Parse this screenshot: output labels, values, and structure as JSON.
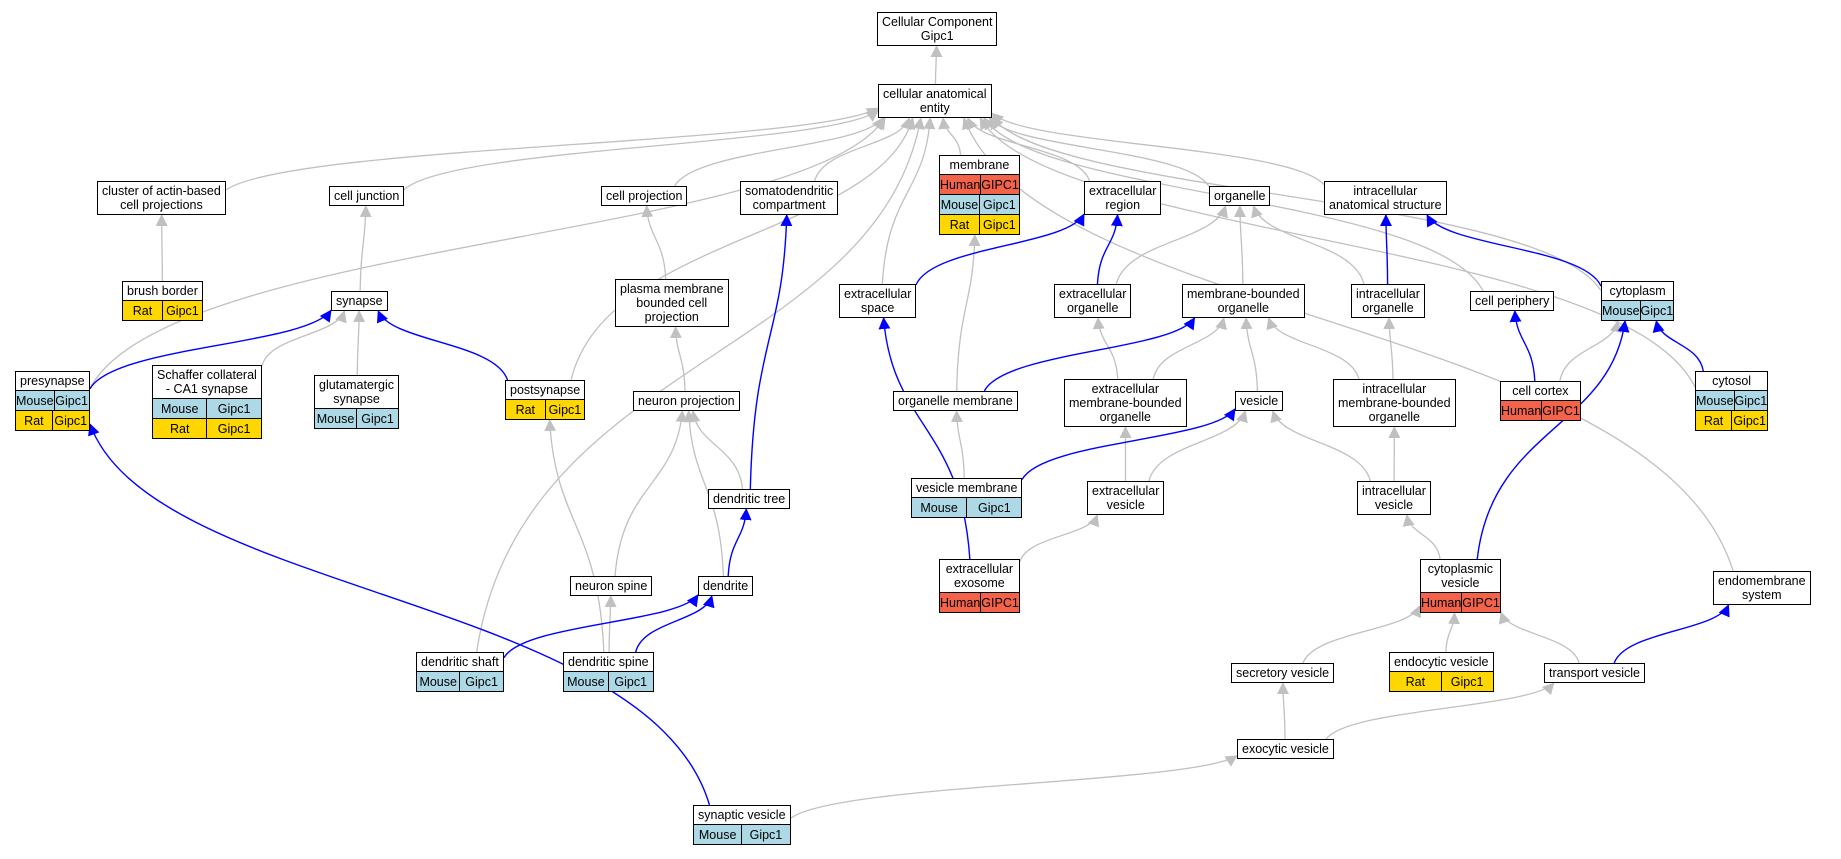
{
  "colors": {
    "gray_edge": "#c0c0c0",
    "blue_edge": "#0000ff",
    "human": "#f26349",
    "mouse": "#add8e6",
    "rat": "#ffd700"
  },
  "nodes": [
    {
      "id": "root",
      "lines": [
        "Cellular Component",
        "Gipc1"
      ],
      "ann": []
    },
    {
      "id": "cae",
      "lines": [
        "cellular anatomical",
        "entity"
      ],
      "ann": []
    },
    {
      "id": "cluster",
      "lines": [
        "cluster of actin-based",
        "cell projections"
      ],
      "ann": []
    },
    {
      "id": "celljunction",
      "lines": [
        "cell junction"
      ],
      "ann": []
    },
    {
      "id": "cellprojection",
      "lines": [
        "cell projection"
      ],
      "ann": []
    },
    {
      "id": "somato",
      "lines": [
        "somatodendritic",
        "compartment"
      ],
      "ann": []
    },
    {
      "id": "membrane",
      "lines": [
        "membrane"
      ],
      "ann": [
        {
          "sp": "Human",
          "gene": "GIPC1"
        },
        {
          "sp": "Mouse",
          "gene": "Gipc1"
        },
        {
          "sp": "Rat",
          "gene": "Gipc1"
        }
      ]
    },
    {
      "id": "extregion",
      "lines": [
        "extracellular",
        "region"
      ],
      "ann": []
    },
    {
      "id": "organelle",
      "lines": [
        "organelle"
      ],
      "ann": []
    },
    {
      "id": "intraanat",
      "lines": [
        "intracellular",
        "anatomical structure"
      ],
      "ann": []
    },
    {
      "id": "brushborder",
      "lines": [
        "brush border"
      ],
      "ann": [
        {
          "sp": "Rat",
          "gene": "Gipc1"
        }
      ]
    },
    {
      "id": "synapse",
      "lines": [
        "synapse"
      ],
      "ann": []
    },
    {
      "id": "pmbcp",
      "lines": [
        "plasma membrane",
        "bounded cell",
        "projection"
      ],
      "ann": []
    },
    {
      "id": "extspace",
      "lines": [
        "extracellular",
        "space"
      ],
      "ann": []
    },
    {
      "id": "extorganelle",
      "lines": [
        "extracellular",
        "organelle"
      ],
      "ann": []
    },
    {
      "id": "mbo",
      "lines": [
        "membrane-bounded",
        "organelle"
      ],
      "ann": []
    },
    {
      "id": "intraorganelle",
      "lines": [
        "intracellular",
        "organelle"
      ],
      "ann": []
    },
    {
      "id": "cellperiphery",
      "lines": [
        "cell periphery"
      ],
      "ann": []
    },
    {
      "id": "cytoplasm",
      "lines": [
        "cytoplasm"
      ],
      "ann": [
        {
          "sp": "Mouse",
          "gene": "Gipc1"
        }
      ]
    },
    {
      "id": "presynapse",
      "lines": [
        "presynapse"
      ],
      "ann": [
        {
          "sp": "Mouse",
          "gene": "Gipc1"
        },
        {
          "sp": "Rat",
          "gene": "Gipc1"
        }
      ]
    },
    {
      "id": "schaffer",
      "lines": [
        "Schaffer collateral",
        "- CA1 synapse"
      ],
      "ann": [
        {
          "sp": "Mouse",
          "gene": "Gipc1"
        },
        {
          "sp": "Rat",
          "gene": "Gipc1"
        }
      ]
    },
    {
      "id": "glutamatergic",
      "lines": [
        "glutamatergic",
        "synapse"
      ],
      "ann": [
        {
          "sp": "Mouse",
          "gene": "Gipc1"
        }
      ]
    },
    {
      "id": "postsynapse",
      "lines": [
        "postsynapse"
      ],
      "ann": [
        {
          "sp": "Rat",
          "gene": "Gipc1"
        }
      ]
    },
    {
      "id": "neuronproj",
      "lines": [
        "neuron projection"
      ],
      "ann": []
    },
    {
      "id": "orgmembrane",
      "lines": [
        "organelle membrane"
      ],
      "ann": []
    },
    {
      "id": "extmbo",
      "lines": [
        "extracellular",
        "membrane-bounded",
        "organelle"
      ],
      "ann": []
    },
    {
      "id": "vesicle",
      "lines": [
        "vesicle"
      ],
      "ann": []
    },
    {
      "id": "intrambo",
      "lines": [
        "intracellular",
        "membrane-bounded",
        "organelle"
      ],
      "ann": []
    },
    {
      "id": "cellcortex",
      "lines": [
        "cell cortex"
      ],
      "ann": [
        {
          "sp": "Human",
          "gene": "GIPC1"
        }
      ]
    },
    {
      "id": "cytosol",
      "lines": [
        "cytosol"
      ],
      "ann": [
        {
          "sp": "Mouse",
          "gene": "Gipc1"
        },
        {
          "sp": "Rat",
          "gene": "Gipc1"
        }
      ]
    },
    {
      "id": "dendritictree",
      "lines": [
        "dendritic tree"
      ],
      "ann": []
    },
    {
      "id": "vesiclemembrane",
      "lines": [
        "vesicle membrane"
      ],
      "ann": [
        {
          "sp": "Mouse",
          "gene": "Gipc1"
        }
      ]
    },
    {
      "id": "extvesicle",
      "lines": [
        "extracellular",
        "vesicle"
      ],
      "ann": []
    },
    {
      "id": "intravesicle",
      "lines": [
        "intracellular",
        "vesicle"
      ],
      "ann": []
    },
    {
      "id": "neuronspine",
      "lines": [
        "neuron spine"
      ],
      "ann": []
    },
    {
      "id": "dendrite",
      "lines": [
        "dendrite"
      ],
      "ann": []
    },
    {
      "id": "extexosome",
      "lines": [
        "extracellular",
        "exosome"
      ],
      "ann": [
        {
          "sp": "Human",
          "gene": "GIPC1"
        }
      ]
    },
    {
      "id": "cytovesicle",
      "lines": [
        "cytoplasmic",
        "vesicle"
      ],
      "ann": [
        {
          "sp": "Human",
          "gene": "GIPC1"
        }
      ]
    },
    {
      "id": "endomembrane",
      "lines": [
        "endomembrane",
        "system"
      ],
      "ann": []
    },
    {
      "id": "dendriticshaft",
      "lines": [
        "dendritic shaft"
      ],
      "ann": [
        {
          "sp": "Mouse",
          "gene": "Gipc1"
        }
      ]
    },
    {
      "id": "dendriticspine",
      "lines": [
        "dendritic spine"
      ],
      "ann": [
        {
          "sp": "Mouse",
          "gene": "Gipc1"
        }
      ]
    },
    {
      "id": "secretory",
      "lines": [
        "secretory vesicle"
      ],
      "ann": []
    },
    {
      "id": "endocytic",
      "lines": [
        "endocytic vesicle"
      ],
      "ann": [
        {
          "sp": "Rat",
          "gene": "Gipc1"
        }
      ]
    },
    {
      "id": "transport",
      "lines": [
        "transport vesicle"
      ],
      "ann": []
    },
    {
      "id": "exocytic",
      "lines": [
        "exocytic vesicle"
      ],
      "ann": []
    },
    {
      "id": "synvesicle",
      "lines": [
        "synaptic vesicle"
      ],
      "ann": [
        {
          "sp": "Mouse",
          "gene": "Gipc1"
        }
      ]
    }
  ],
  "edges": [
    {
      "from": "cae",
      "to": "root",
      "rel": "is_a"
    },
    {
      "from": "cluster",
      "to": "cae",
      "rel": "is_a"
    },
    {
      "from": "celljunction",
      "to": "cae",
      "rel": "is_a"
    },
    {
      "from": "cellprojection",
      "to": "cae",
      "rel": "is_a"
    },
    {
      "from": "somato",
      "to": "cae",
      "rel": "is_a"
    },
    {
      "from": "membrane",
      "to": "cae",
      "rel": "is_a"
    },
    {
      "from": "extregion",
      "to": "cae",
      "rel": "is_a"
    },
    {
      "from": "organelle",
      "to": "cae",
      "rel": "is_a"
    },
    {
      "from": "intraanat",
      "to": "cae",
      "rel": "is_a"
    },
    {
      "from": "extspace",
      "to": "cae",
      "rel": "is_a"
    },
    {
      "from": "cellperiphery",
      "to": "cae",
      "rel": "is_a"
    },
    {
      "from": "cytoplasm",
      "to": "cae",
      "rel": "is_a"
    },
    {
      "from": "cytosol",
      "to": "cae",
      "rel": "is_a"
    },
    {
      "from": "endomembrane",
      "to": "cae",
      "rel": "is_a"
    },
    {
      "from": "presynapse",
      "to": "cae",
      "rel": "is_a"
    },
    {
      "from": "postsynapse",
      "to": "cae",
      "rel": "is_a"
    },
    {
      "from": "dendriticshaft",
      "to": "cae",
      "rel": "is_a"
    },
    {
      "from": "brushborder",
      "to": "cluster",
      "rel": "is_a"
    },
    {
      "from": "synapse",
      "to": "celljunction",
      "rel": "is_a"
    },
    {
      "from": "pmbcp",
      "to": "cellprojection",
      "rel": "is_a"
    },
    {
      "from": "neuronproj",
      "to": "pmbcp",
      "rel": "is_a"
    },
    {
      "from": "dendritictree",
      "to": "neuronproj",
      "rel": "is_a"
    },
    {
      "from": "neuronspine",
      "to": "neuronproj",
      "rel": "is_a"
    },
    {
      "from": "dendrite",
      "to": "neuronproj",
      "rel": "is_a"
    },
    {
      "from": "dendriticspine",
      "to": "neuronspine",
      "rel": "is_a"
    },
    {
      "from": "dendriticspine",
      "to": "postsynapse",
      "rel": "is_a"
    },
    {
      "from": "schaffer",
      "to": "synapse",
      "rel": "is_a"
    },
    {
      "from": "glutamatergic",
      "to": "synapse",
      "rel": "is_a"
    },
    {
      "from": "orgmembrane",
      "to": "membrane",
      "rel": "is_a"
    },
    {
      "from": "vesiclemembrane",
      "to": "orgmembrane",
      "rel": "is_a"
    },
    {
      "from": "extorganelle",
      "to": "organelle",
      "rel": "is_a"
    },
    {
      "from": "mbo",
      "to": "organelle",
      "rel": "is_a"
    },
    {
      "from": "intraorganelle",
      "to": "organelle",
      "rel": "is_a"
    },
    {
      "from": "extmbo",
      "to": "extorganelle",
      "rel": "is_a"
    },
    {
      "from": "extmbo",
      "to": "mbo",
      "rel": "is_a"
    },
    {
      "from": "vesicle",
      "to": "mbo",
      "rel": "is_a"
    },
    {
      "from": "intrambo",
      "to": "mbo",
      "rel": "is_a"
    },
    {
      "from": "intrambo",
      "to": "intraorganelle",
      "rel": "is_a"
    },
    {
      "from": "cellcortex",
      "to": "cytoplasm",
      "rel": "is_a"
    },
    {
      "from": "extvesicle",
      "to": "extmbo",
      "rel": "is_a"
    },
    {
      "from": "extvesicle",
      "to": "vesicle",
      "rel": "is_a"
    },
    {
      "from": "intravesicle",
      "to": "vesicle",
      "rel": "is_a"
    },
    {
      "from": "intravesicle",
      "to": "intrambo",
      "rel": "is_a"
    },
    {
      "from": "extexosome",
      "to": "extvesicle",
      "rel": "is_a"
    },
    {
      "from": "cytovesicle",
      "to": "intravesicle",
      "rel": "is_a"
    },
    {
      "from": "secretory",
      "to": "cytovesicle",
      "rel": "is_a"
    },
    {
      "from": "endocytic",
      "to": "cytovesicle",
      "rel": "is_a"
    },
    {
      "from": "transport",
      "to": "cytovesicle",
      "rel": "is_a"
    },
    {
      "from": "exocytic",
      "to": "secretory",
      "rel": "is_a"
    },
    {
      "from": "exocytic",
      "to": "transport",
      "rel": "is_a"
    },
    {
      "from": "synvesicle",
      "to": "exocytic",
      "rel": "is_a"
    },
    {
      "from": "presynapse",
      "to": "synapse",
      "rel": "part_of"
    },
    {
      "from": "postsynapse",
      "to": "synapse",
      "rel": "part_of"
    },
    {
      "from": "extspace",
      "to": "extregion",
      "rel": "part_of"
    },
    {
      "from": "extorganelle",
      "to": "extregion",
      "rel": "part_of"
    },
    {
      "from": "intraorganelle",
      "to": "intraanat",
      "rel": "part_of"
    },
    {
      "from": "cytoplasm",
      "to": "intraanat",
      "rel": "part_of"
    },
    {
      "from": "orgmembrane",
      "to": "mbo",
      "rel": "part_of"
    },
    {
      "from": "vesiclemembrane",
      "to": "vesicle",
      "rel": "part_of"
    },
    {
      "from": "cellcortex",
      "to": "cellperiphery",
      "rel": "part_of"
    },
    {
      "from": "cytosol",
      "to": "cytoplasm",
      "rel": "part_of"
    },
    {
      "from": "cytovesicle",
      "to": "cytoplasm",
      "rel": "part_of"
    },
    {
      "from": "dendritictree",
      "to": "somato",
      "rel": "part_of"
    },
    {
      "from": "dendrite",
      "to": "dendritictree",
      "rel": "part_of"
    },
    {
      "from": "dendriticshaft",
      "to": "dendrite",
      "rel": "part_of"
    },
    {
      "from": "dendriticspine",
      "to": "dendrite",
      "rel": "part_of"
    },
    {
      "from": "extexosome",
      "to": "extspace",
      "rel": "part_of"
    },
    {
      "from": "transport",
      "to": "endomembrane",
      "rel": "part_of"
    },
    {
      "from": "synvesicle",
      "to": "presynapse",
      "rel": "part_of"
    }
  ]
}
